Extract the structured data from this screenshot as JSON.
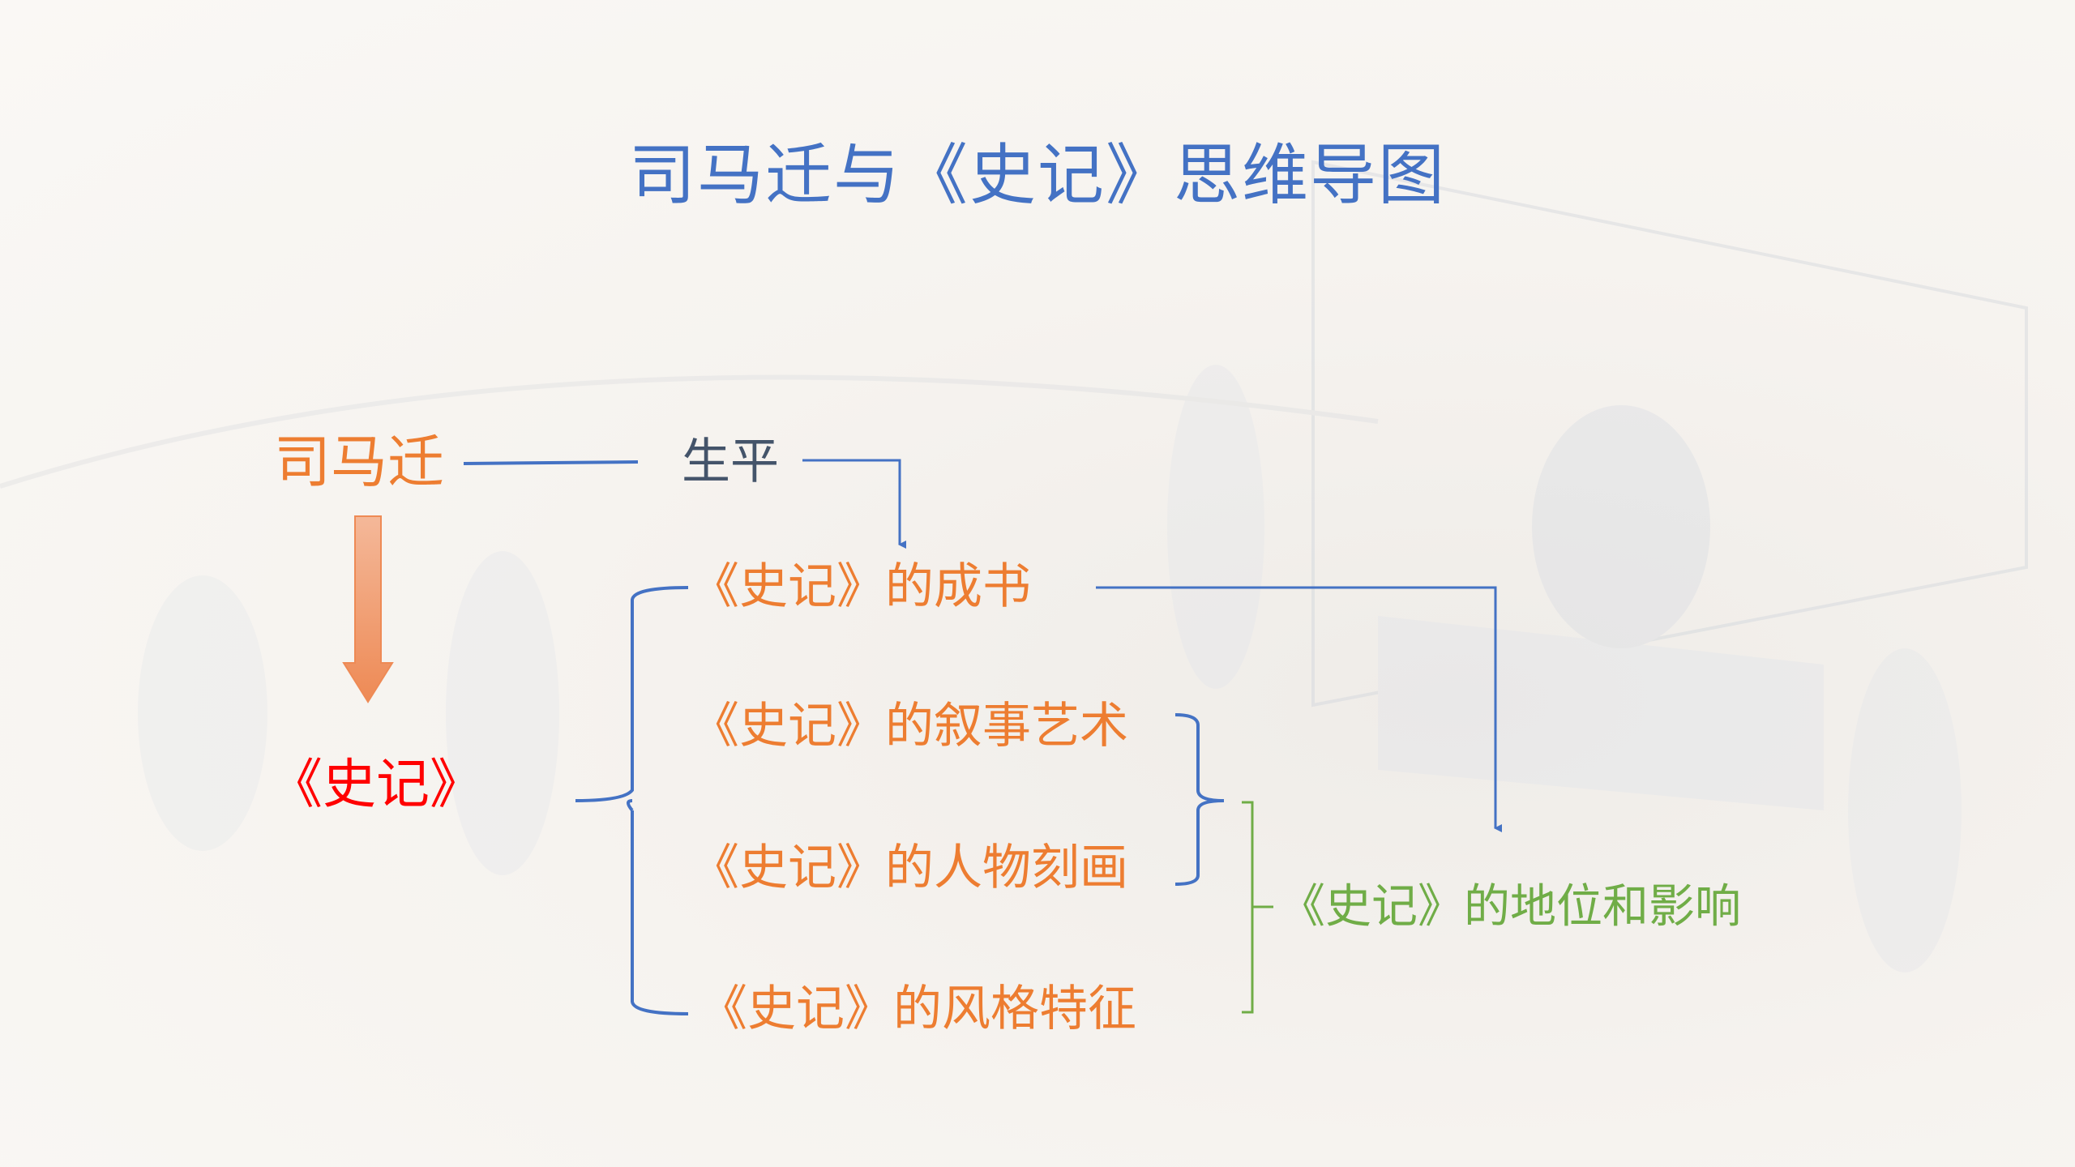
{
  "title": "司马迁与《史记》思维导图",
  "nodes": {
    "author": "司马迁",
    "life": "生平",
    "book": "《史记》",
    "items": [
      "《史记》的成书",
      "《史记》的叙事艺术",
      "《史记》的人物刻画",
      "《史记》的风格特征"
    ],
    "influence": "《史记》的地位和影响"
  },
  "colors": {
    "title": "#4472c4",
    "connector": "#4472c4",
    "orange": "#ed7d31",
    "red": "#ff0000",
    "green": "#70ad47",
    "gray": "#44546a"
  }
}
